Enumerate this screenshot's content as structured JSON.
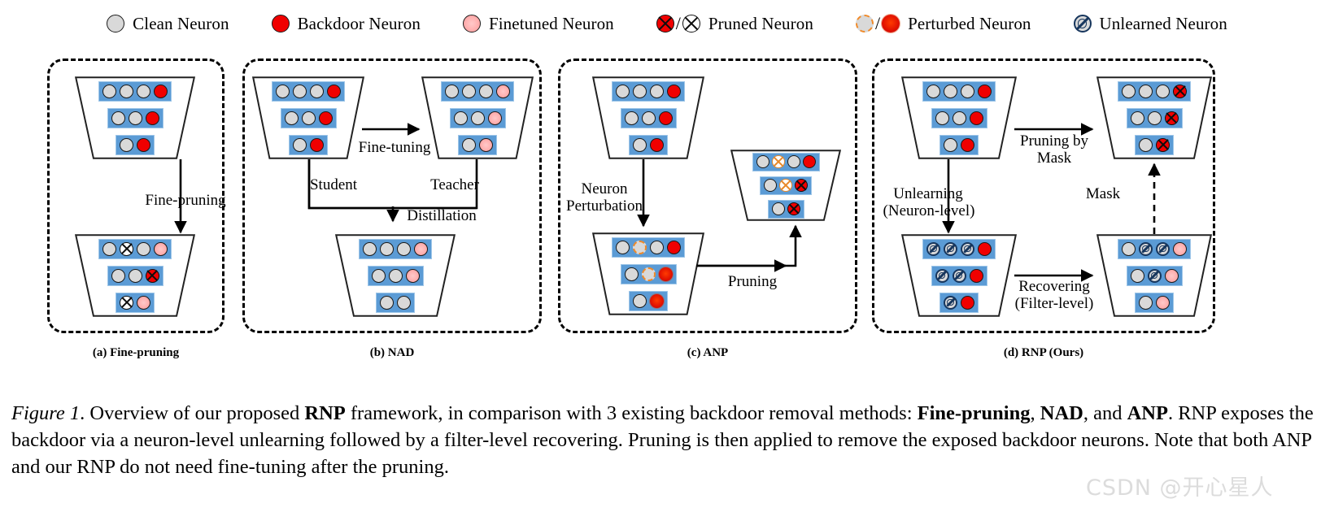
{
  "legend": {
    "items": [
      {
        "label": "Clean Neuron",
        "icons": [
          "clean"
        ]
      },
      {
        "label": "Backdoor Neuron",
        "icons": [
          "backdoor"
        ]
      },
      {
        "label": "Finetuned Neuron",
        "icons": [
          "finetuned"
        ]
      },
      {
        "label": "Pruned Neuron",
        "icons": [
          "pruned-red",
          "pruned-gray"
        ]
      },
      {
        "label": "Perturbed Neuron",
        "icons": [
          "perturbed-ring",
          "perturbed-red"
        ]
      },
      {
        "label": "Unlearned Neuron",
        "icons": [
          "unlearned"
        ]
      }
    ]
  },
  "panels": [
    {
      "id": "a",
      "caption": "(a) Fine-pruning",
      "nets": [
        {
          "name": "backdoored-model",
          "rows": [
            [
              "clean",
              "clean",
              "clean",
              "backdoor"
            ],
            [
              "clean",
              "clean",
              "backdoor"
            ],
            [
              "clean",
              "backdoor"
            ]
          ]
        },
        {
          "name": "fine-pruned-model",
          "rows": [
            [
              "clean",
              "pruned-gray",
              "clean",
              "finetuned"
            ],
            [
              "clean",
              "clean",
              "pruned-red"
            ],
            [
              "pruned-gray",
              "finetuned"
            ]
          ]
        }
      ],
      "labels": [
        "Fine-pruning"
      ]
    },
    {
      "id": "b",
      "caption": "(b) NAD",
      "nets": [
        {
          "name": "student-model",
          "rows": [
            [
              "clean",
              "clean",
              "clean",
              "backdoor"
            ],
            [
              "clean",
              "clean",
              "backdoor"
            ],
            [
              "clean",
              "backdoor"
            ]
          ]
        },
        {
          "name": "teacher-model",
          "rows": [
            [
              "clean",
              "clean",
              "clean",
              "finetuned"
            ],
            [
              "clean",
              "clean",
              "finetuned"
            ],
            [
              "clean",
              "finetuned"
            ]
          ]
        },
        {
          "name": "distilled-model",
          "rows": [
            [
              "clean",
              "clean",
              "clean",
              "finetuned"
            ],
            [
              "clean",
              "clean",
              "finetuned"
            ],
            [
              "clean",
              "clean"
            ]
          ]
        }
      ],
      "labels": [
        "Fine-tuning",
        "Student",
        "Teacher",
        "Distillation"
      ]
    },
    {
      "id": "c",
      "caption": "(c) ANP",
      "nets": [
        {
          "name": "backdoored-model",
          "rows": [
            [
              "clean",
              "clean",
              "clean",
              "backdoor"
            ],
            [
              "clean",
              "clean",
              "backdoor"
            ],
            [
              "clean",
              "backdoor"
            ]
          ]
        },
        {
          "name": "perturbed-model",
          "rows": [
            [
              "clean",
              "perturbed-ring",
              "clean",
              "backdoor"
            ],
            [
              "clean",
              "perturbed-ring",
              "perturbed-red"
            ],
            [
              "clean",
              "perturbed-red"
            ]
          ]
        },
        {
          "name": "pruned-model",
          "rows": [
            [
              "clean",
              "pruned-orange",
              "clean",
              "backdoor"
            ],
            [
              "clean",
              "pruned-orange",
              "pruned-red"
            ],
            [
              "clean",
              "pruned-red"
            ]
          ]
        }
      ],
      "labels": [
        "Neuron",
        "Perturbation",
        "Pruning"
      ]
    },
    {
      "id": "d",
      "caption": "(d) RNP (Ours)",
      "nets": [
        {
          "name": "backdoored-model",
          "rows": [
            [
              "clean",
              "clean",
              "clean",
              "backdoor"
            ],
            [
              "clean",
              "clean",
              "backdoor"
            ],
            [
              "clean",
              "backdoor"
            ]
          ]
        },
        {
          "name": "pruned-by-mask-model",
          "rows": [
            [
              "clean",
              "clean",
              "clean",
              "pruned-red"
            ],
            [
              "clean",
              "clean",
              "pruned-red"
            ],
            [
              "clean",
              "pruned-red"
            ]
          ]
        },
        {
          "name": "unlearned-model",
          "rows": [
            [
              "unlearned",
              "unlearned",
              "unlearned",
              "backdoor"
            ],
            [
              "unlearned",
              "unlearned",
              "backdoor"
            ],
            [
              "unlearned",
              "backdoor"
            ]
          ]
        },
        {
          "name": "recovered-model",
          "rows": [
            [
              "clean",
              "unlearned",
              "unlearned",
              "finetuned"
            ],
            [
              "clean",
              "unlearned",
              "finetuned"
            ],
            [
              "clean",
              "finetuned"
            ]
          ]
        }
      ],
      "labels": [
        "Pruning by",
        "Mask",
        "Unlearning",
        "(Neuron-level)",
        "Mask",
        "Recovering",
        "(Filter-level)"
      ]
    }
  ],
  "figure_caption": {
    "prefix_italic": "Figure 1",
    "text_1": ". Overview of our proposed ",
    "bold_1": "RNP",
    "text_2": " framework, in comparison with 3 existing backdoor removal methods: ",
    "bold_2": "Fine-pruning",
    "text_3": ", ",
    "bold_3": "NAD",
    "text_4": ", and ",
    "bold_4": "ANP",
    "text_5": ". RNP exposes the backdoor via a neuron-level unlearning followed by a filter-level recovering. Pruning is then applied to remove the exposed backdoor neurons. Note that both ANP and our RNP do not need fine-tuning after the pruning."
  },
  "watermark": "CSDN @开心星人",
  "colors": {
    "layer_blue": "#5b9bd5",
    "clean_gray": "#d9d9d9",
    "backdoor_red": "#f00000",
    "finetuned_pink": "#ffb0b0",
    "perturb_orange": "#f08a2a",
    "unlearn_navy": "#17365d"
  }
}
